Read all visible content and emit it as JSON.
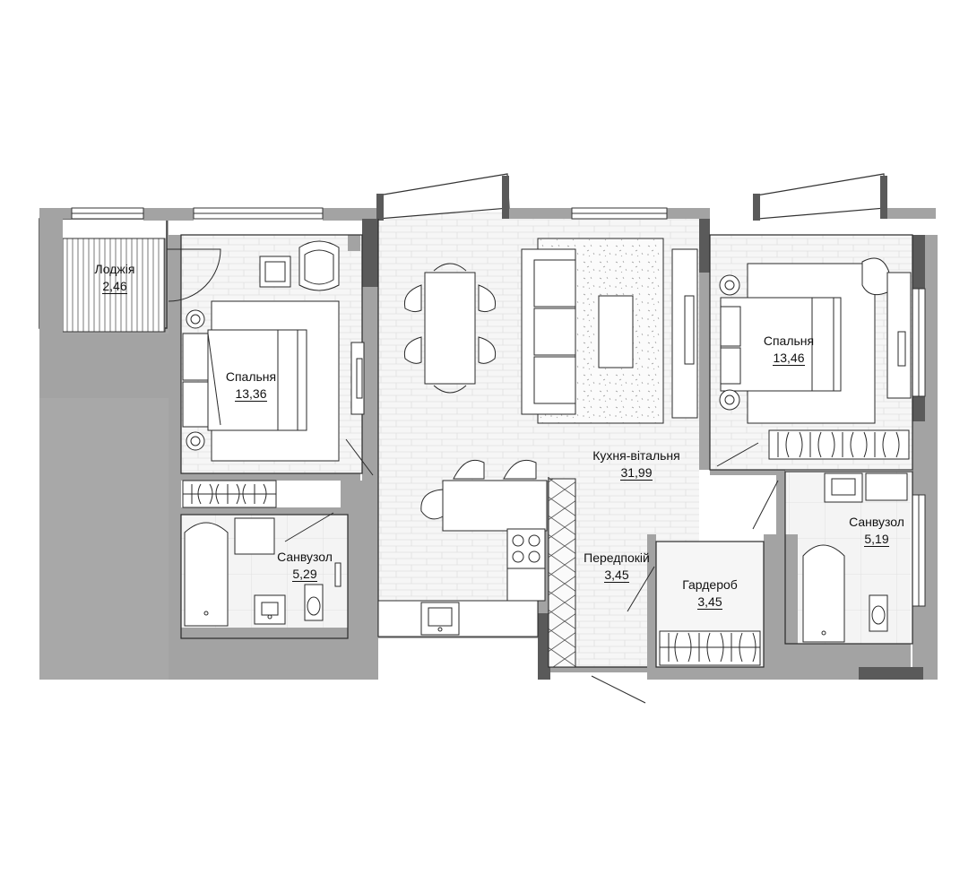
{
  "rooms": {
    "loggia": {
      "name": "Лоджія",
      "area": "2,46"
    },
    "bedroom1": {
      "name": "Спальня",
      "area": "13,36"
    },
    "bath1": {
      "name": "Санвузол",
      "area": "5,29"
    },
    "living": {
      "name": "Кухня-вітальня",
      "area": "31,99"
    },
    "hall": {
      "name": "Передпокій",
      "area": "3,45"
    },
    "wardrobe": {
      "name": "Гардероб",
      "area": "3,45"
    },
    "bedroom2": {
      "name": "Спальня",
      "area": "13,46"
    },
    "bath2": {
      "name": "Санвузол",
      "area": "5,19"
    }
  },
  "colors": {
    "wall": "#a3a3a3",
    "wall_dark": "#5a5a5a",
    "floor": "#f4f4f4",
    "tile_line": "#dcdcdc",
    "line": "#2a2a2a"
  }
}
